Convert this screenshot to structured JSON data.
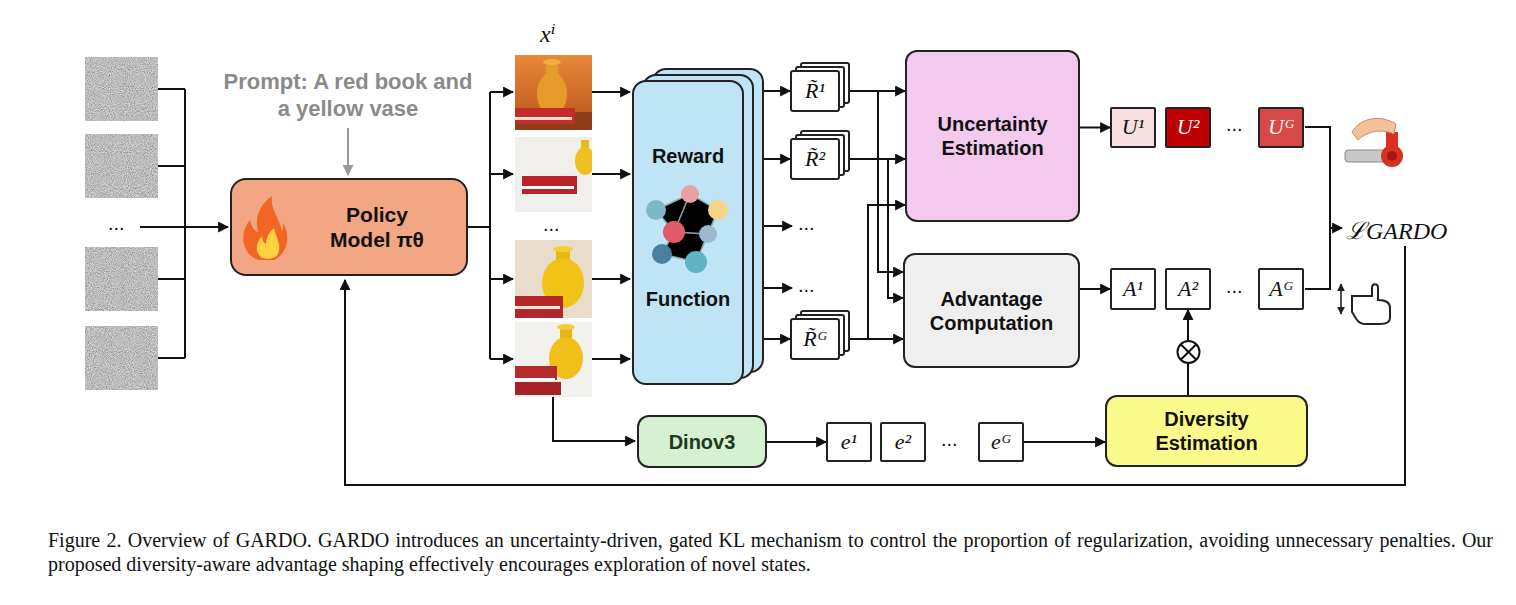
{
  "diagram": {
    "caption": "Figure 2. Overview of GARDO. GARDO introduces an uncertainty-driven, gated KL mechanism to control the proportion of regularization, avoiding unnecessary penalties. Our proposed diversity-aware advantage shaping effectively encourages exploration of novel states.",
    "nodes": [
      {
        "text": [
          "Policy Model πθ"
        ]
      },
      {
        "text": [
          "Reward",
          "Function"
        ]
      },
      {
        "text": [
          "R̃¹"
        ]
      },
      {
        "text": [
          "R̃²"
        ]
      },
      {
        "text": [
          "R̃ᴳ"
        ]
      },
      {
        "text": [
          "Uncertainty Estimation"
        ]
      },
      {
        "text": [
          "Advantage Computation"
        ]
      },
      {
        "text": [
          "U¹"
        ]
      },
      {
        "text": [
          "U²"
        ]
      },
      {
        "text": [
          "Uᴳ"
        ]
      },
      {
        "text": [
          "A¹"
        ]
      },
      {
        "text": [
          "A²"
        ]
      },
      {
        "text": [
          "Aᴳ"
        ]
      },
      {
        "text": [
          "Dinov3"
        ]
      },
      {
        "text": [
          "e¹"
        ]
      },
      {
        "text": [
          "e²"
        ]
      },
      {
        "text": [
          "eᴳ"
        ]
      },
      {
        "text": [
          "Diversity Estimation"
        ]
      }
    ],
    "edges": [
      {
        "from": 1,
        "to": 2,
        "arrow": "to"
      },
      {
        "from": 1,
        "to": 3,
        "arrow": "to"
      },
      {
        "from": 1,
        "to": 4,
        "arrow": "to"
      },
      {
        "from": 2,
        "to": 5,
        "arrow": "to"
      },
      {
        "from": 3,
        "to": 5,
        "arrow": "to"
      },
      {
        "from": 4,
        "to": 5,
        "arrow": "to"
      },
      {
        "from": 2,
        "to": 6,
        "arrow": "to"
      },
      {
        "from": 3,
        "to": 6,
        "arrow": "to"
      },
      {
        "from": 4,
        "to": 6,
        "arrow": "to"
      },
      {
        "from": 5,
        "to": 7,
        "arrow": "to"
      },
      {
        "from": 6,
        "to": 10,
        "arrow": "to"
      },
      {
        "from": 13,
        "to": 14,
        "arrow": "to"
      },
      {
        "from": 16,
        "to": 17,
        "arrow": "to"
      },
      {
        "from": 17,
        "to": 11,
        "arrow": "to"
      }
    ],
    "labels": [
      "Prompt: A red book and a yellow vase",
      "xⁱ",
      "...",
      "...",
      "...",
      "...",
      "...",
      "...",
      "...",
      "ℒGARDO"
    ]
  }
}
